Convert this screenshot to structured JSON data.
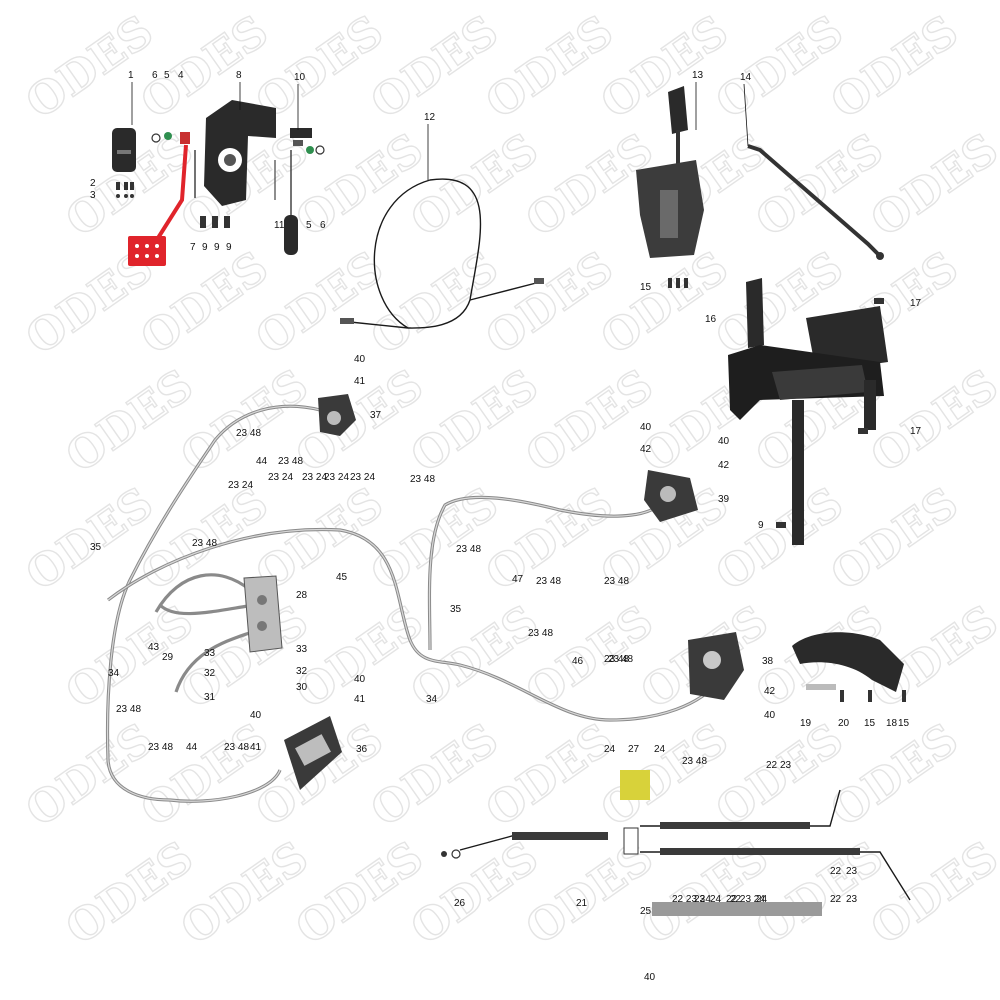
{
  "watermark": {
    "text": "ODES"
  },
  "callouts": [
    {
      "id": "c1",
      "text": "1"
    },
    {
      "id": "c2",
      "text": "2"
    },
    {
      "id": "c3",
      "text": "3"
    },
    {
      "id": "c4",
      "text": "4"
    },
    {
      "id": "c5a",
      "text": "5"
    },
    {
      "id": "c5b",
      "text": "5"
    },
    {
      "id": "c6a",
      "text": "6"
    },
    {
      "id": "c6b",
      "text": "6"
    },
    {
      "id": "c7",
      "text": "7"
    },
    {
      "id": "c8",
      "text": "8"
    },
    {
      "id": "c9a",
      "text": "9"
    },
    {
      "id": "c9b",
      "text": "9"
    },
    {
      "id": "c9c",
      "text": "9"
    },
    {
      "id": "c9d",
      "text": "9"
    },
    {
      "id": "c10",
      "text": "10"
    },
    {
      "id": "c11",
      "text": "11"
    },
    {
      "id": "c12",
      "text": "12"
    },
    {
      "id": "c13",
      "text": "13"
    },
    {
      "id": "c14",
      "text": "14"
    },
    {
      "id": "c15a",
      "text": "15"
    },
    {
      "id": "c15b",
      "text": "15"
    },
    {
      "id": "c15c",
      "text": "15"
    },
    {
      "id": "c16",
      "text": "16"
    },
    {
      "id": "c17a",
      "text": "17"
    },
    {
      "id": "c17b",
      "text": "17"
    },
    {
      "id": "c18",
      "text": "18"
    },
    {
      "id": "c19",
      "text": "19"
    },
    {
      "id": "c20",
      "text": "20"
    },
    {
      "id": "c21",
      "text": "21"
    },
    {
      "id": "c22a",
      "text": "22"
    },
    {
      "id": "c22b",
      "text": "22"
    },
    {
      "id": "c22c",
      "text": "22"
    },
    {
      "id": "c22d",
      "text": "22"
    },
    {
      "id": "c23a",
      "text": "23"
    },
    {
      "id": "c23b",
      "text": "23"
    },
    {
      "id": "c23c",
      "text": "23"
    },
    {
      "id": "c23d",
      "text": "23"
    },
    {
      "id": "c24a",
      "text": "24"
    },
    {
      "id": "c24b",
      "text": "24"
    },
    {
      "id": "c24c",
      "text": "24"
    },
    {
      "id": "c24d",
      "text": "24"
    },
    {
      "id": "c25",
      "text": "25"
    },
    {
      "id": "c26",
      "text": "26"
    },
    {
      "id": "c27",
      "text": "27"
    },
    {
      "id": "c28",
      "text": "28"
    },
    {
      "id": "c29",
      "text": "29"
    },
    {
      "id": "c30",
      "text": "30"
    },
    {
      "id": "c31",
      "text": "31"
    },
    {
      "id": "c32a",
      "text": "32"
    },
    {
      "id": "c32b",
      "text": "32"
    },
    {
      "id": "c33a",
      "text": "33"
    },
    {
      "id": "c33b",
      "text": "33"
    },
    {
      "id": "c34a",
      "text": "34"
    },
    {
      "id": "c34b",
      "text": "34"
    },
    {
      "id": "c35a",
      "text": "35"
    },
    {
      "id": "c35b",
      "text": "35"
    },
    {
      "id": "c36",
      "text": "36"
    },
    {
      "id": "c37",
      "text": "37"
    },
    {
      "id": "c38",
      "text": "38"
    },
    {
      "id": "c39",
      "text": "39"
    },
    {
      "id": "c40a",
      "text": "40"
    },
    {
      "id": "c40b",
      "text": "40"
    },
    {
      "id": "c40c",
      "text": "40"
    },
    {
      "id": "c40d",
      "text": "40"
    },
    {
      "id": "c40e",
      "text": "40"
    },
    {
      "id": "c40f",
      "text": "40"
    },
    {
      "id": "c40g",
      "text": "40"
    },
    {
      "id": "c41a",
      "text": "41"
    },
    {
      "id": "c41b",
      "text": "41"
    },
    {
      "id": "c41c",
      "text": "41"
    },
    {
      "id": "c42a",
      "text": "42"
    },
    {
      "id": "c42b",
      "text": "42"
    },
    {
      "id": "c42c",
      "text": "42"
    },
    {
      "id": "c43",
      "text": "43"
    },
    {
      "id": "c44a",
      "text": "44"
    },
    {
      "id": "c44b",
      "text": "44"
    },
    {
      "id": "c45",
      "text": "45"
    },
    {
      "id": "c46",
      "text": "46"
    },
    {
      "id": "c47",
      "text": "47"
    },
    {
      "id": "g1",
      "text": "23 48"
    },
    {
      "id": "g2",
      "text": "23 48"
    },
    {
      "id": "g3",
      "text": "23 24"
    },
    {
      "id": "g4",
      "text": "23 24"
    },
    {
      "id": "g5",
      "text": "23 24"
    },
    {
      "id": "g6",
      "text": "23 24"
    },
    {
      "id": "g7",
      "text": "23 24"
    },
    {
      "id": "g8",
      "text": "23 48"
    },
    {
      "id": "g9",
      "text": "23 48"
    },
    {
      "id": "g10",
      "text": "23 48"
    },
    {
      "id": "g11",
      "text": "23 48"
    },
    {
      "id": "g12",
      "text": "23 48"
    },
    {
      "id": "g13",
      "text": "23 48"
    },
    {
      "id": "g14",
      "text": "23 48"
    },
    {
      "id": "g15",
      "text": "23 48"
    },
    {
      "id": "g16",
      "text": "23 48"
    },
    {
      "id": "g17",
      "text": "23 48"
    },
    {
      "id": "g18",
      "text": "23 48"
    },
    {
      "id": "g19",
      "text": "23 48"
    },
    {
      "id": "g20",
      "text": "22 23 24"
    },
    {
      "id": "g21",
      "text": "22 23 24"
    }
  ],
  "colors": {
    "pedal_red": "#e0242b",
    "sensor_yellow": "#d8d23a",
    "hose_grey": "#8a8a8a",
    "part_dark": "#2a2a2a"
  }
}
